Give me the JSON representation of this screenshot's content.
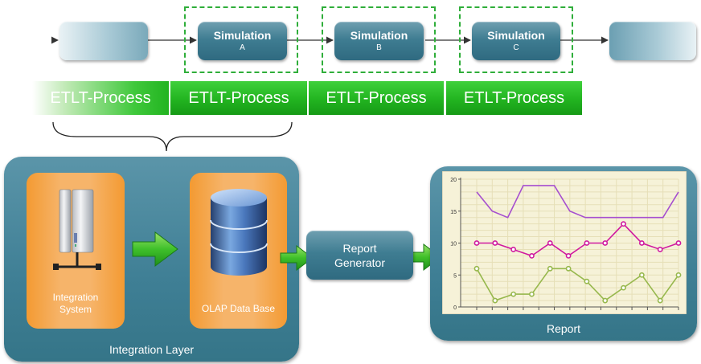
{
  "simulations": [
    {
      "title": "Simulation",
      "sub": "A"
    },
    {
      "title": "Simulation",
      "sub": "B"
    },
    {
      "title": "Simulation",
      "sub": "C"
    }
  ],
  "etlt": [
    "ETLT-Process",
    "ETLT-Process",
    "ETLT-Process",
    "ETLT-Process"
  ],
  "integration_layer": {
    "label": "Integration Layer",
    "system_label_1": "Integration",
    "system_label_2": "System",
    "olap_label": "OLAP Data Base"
  },
  "generator": {
    "line1": "Report",
    "line2": "Generator"
  },
  "report": {
    "label": "Report"
  },
  "colors": {
    "accent_green": "#22b420",
    "panel_teal": "#3f7f95",
    "orange": "#f39a32",
    "series_purple": "#a64fcf",
    "series_magenta": "#d0199f",
    "series_green": "#97b84d"
  },
  "chart_data": {
    "type": "line",
    "x": [
      1,
      2,
      3,
      4,
      5,
      6,
      7,
      8,
      9,
      10,
      11,
      12,
      13,
      14
    ],
    "yticks": [
      0,
      5,
      10,
      15,
      20
    ],
    "ylim": [
      0,
      20
    ],
    "grid": true,
    "series": [
      {
        "color": "#a64fcf",
        "marker": false,
        "values": [
          18,
          15,
          14,
          19,
          19,
          19,
          15,
          14,
          14,
          14,
          14,
          14,
          14,
          18
        ]
      },
      {
        "color": "#d0199f",
        "marker": true,
        "values": [
          10,
          10,
          9,
          8,
          10,
          8,
          10,
          10,
          13,
          10,
          9,
          10
        ]
      },
      {
        "color": "#97b84d",
        "marker": true,
        "values": [
          6,
          1,
          2,
          2,
          6,
          6,
          4,
          1,
          3,
          5,
          1,
          5
        ]
      }
    ]
  }
}
